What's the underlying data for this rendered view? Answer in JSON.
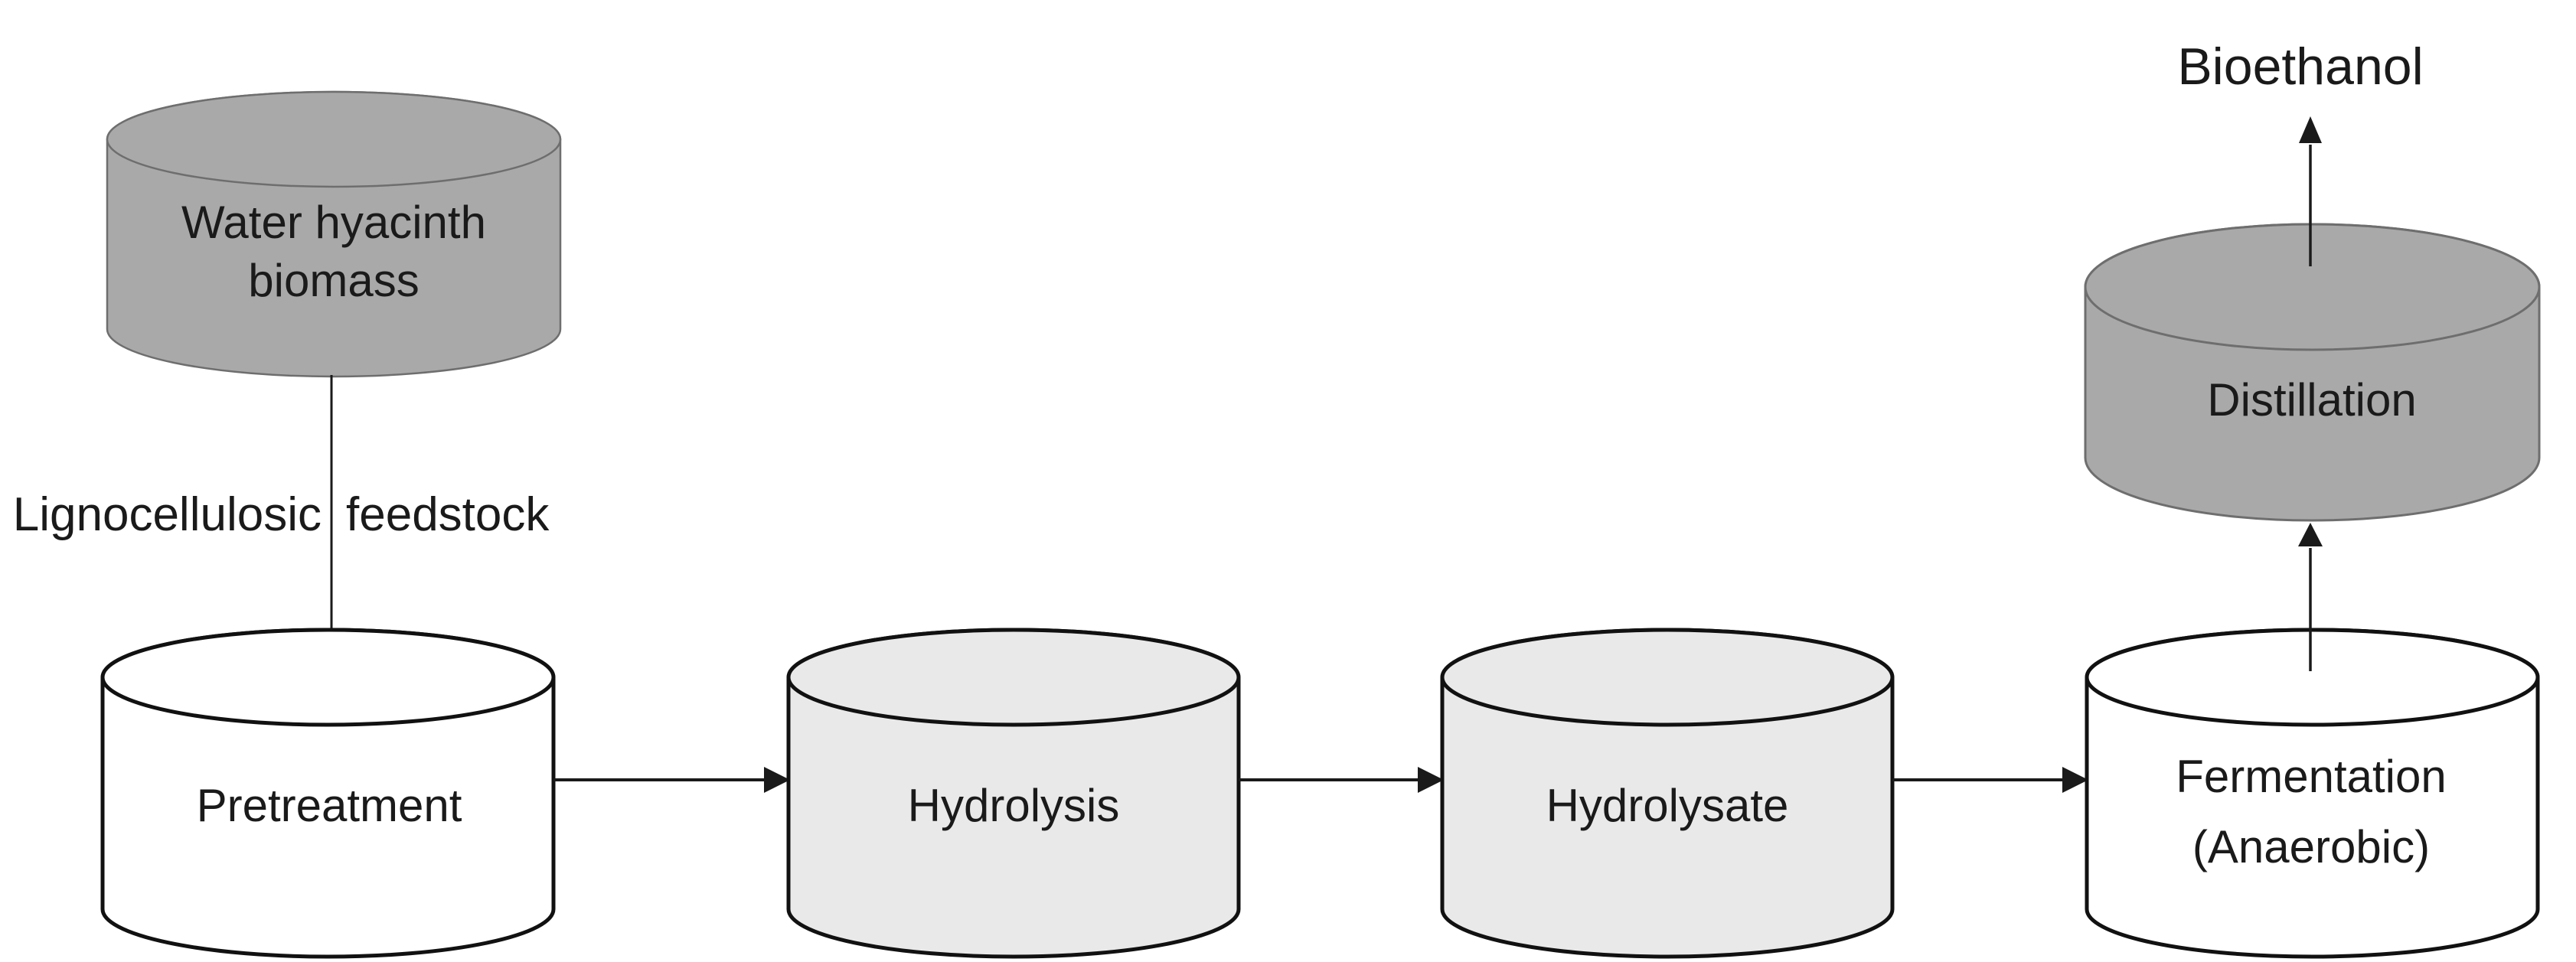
{
  "diagram": {
    "background": "#ffffff",
    "colors": {
      "dark_fill": "#a9a9a9",
      "dark_stroke": "#6e6e6e",
      "light_fill": "#e9e9e9",
      "white_fill": "#ffffff",
      "outline": "#111111",
      "arrow": "#1a1a1a",
      "text": "#1a1a1a"
    },
    "nodes": {
      "biomass": {
        "line1": "Water hyacinth",
        "line2": "biomass",
        "shade": "dark"
      },
      "pretreatment": {
        "label": "Pretreatment",
        "shade": "white"
      },
      "hydrolysis": {
        "label": "Hydrolysis",
        "shade": "light"
      },
      "hydrolysate": {
        "label": "Hydrolysate",
        "shade": "light"
      },
      "fermentation": {
        "line1": "Fermentation",
        "line2": "(Anaerobic)",
        "shade": "white"
      },
      "distillation": {
        "label": "Distillation",
        "shade": "dark"
      }
    },
    "labels": {
      "feedstock_word1": "Lignocellulosic",
      "feedstock_word2": "feedstock",
      "output": "Bioethanol"
    },
    "edges": [
      {
        "from": "Water hyacinth biomass",
        "to": "Pretreatment",
        "label": "Lignocellulosic feedstock"
      },
      {
        "from": "Pretreatment",
        "to": "Hydrolysis",
        "label": ""
      },
      {
        "from": "Hydrolysis",
        "to": "Hydrolysate",
        "label": ""
      },
      {
        "from": "Hydrolysate",
        "to": "Fermentation (Anaerobic)",
        "label": ""
      },
      {
        "from": "Fermentation (Anaerobic)",
        "to": "Distillation",
        "label": ""
      },
      {
        "from": "Distillation",
        "to": "Bioethanol",
        "label": "Bioethanol"
      }
    ]
  }
}
